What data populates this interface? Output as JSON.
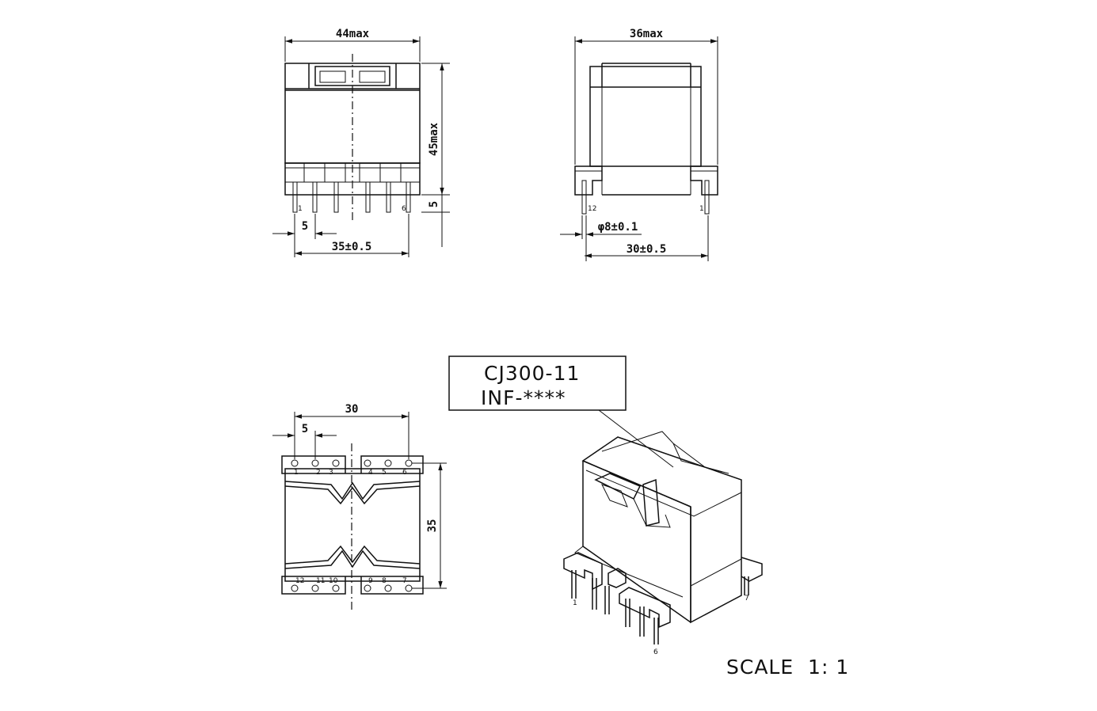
{
  "dimensions": {
    "front_width": "44max",
    "front_height": "45max",
    "pin_length": "5",
    "pin_pitch": "5",
    "pin_span": "35±0.5",
    "side_width": "36max",
    "pin_diameter": "φ8±0.1",
    "row_spacing": "30±0.5",
    "bottom_span": "30",
    "bottom_pitch": "5",
    "bottom_height": "35"
  },
  "pins": {
    "front_left": "1",
    "front_right": "6",
    "side_left": "12",
    "side_right": "1",
    "top_row": [
      "1",
      "2",
      "3",
      "4",
      "5",
      "6"
    ],
    "bottom_row": [
      "12",
      "11",
      "10",
      "9",
      "8",
      "7"
    ],
    "iso_pin_a": "1",
    "iso_pin_b": "6",
    "iso_pin_c": "7"
  },
  "label_box": {
    "line1": "CJ300-11",
    "line2": "INF-****"
  },
  "scale": "SCALE  1: 1"
}
